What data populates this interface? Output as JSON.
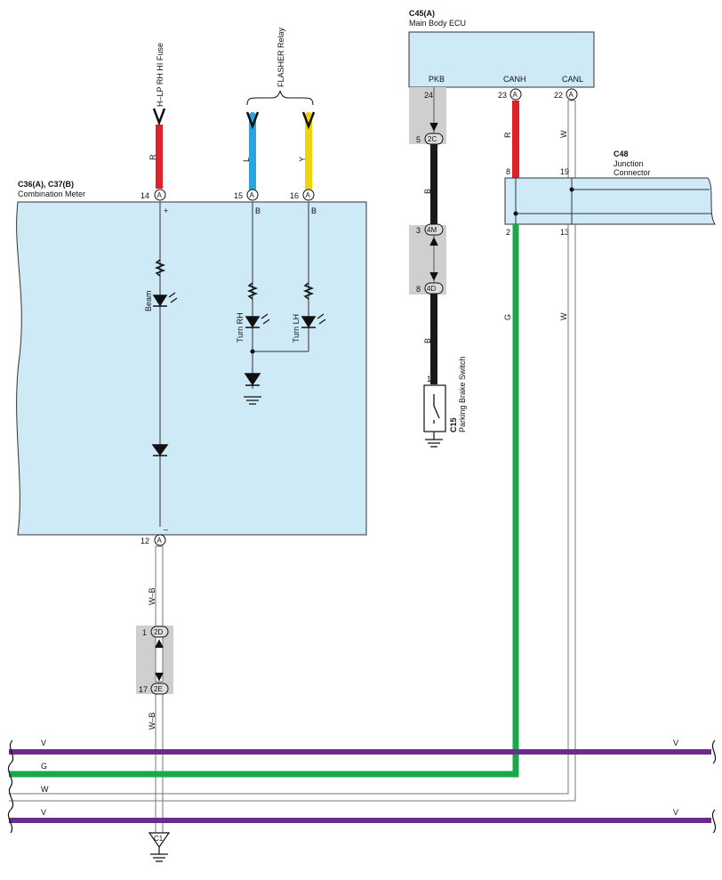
{
  "colors": {
    "body_fill": "#cfeaf7",
    "wire_red": "#e0202a",
    "wire_blue": "#2aa4e0",
    "wire_yellow": "#f2d20a",
    "wire_black": "#1a1a1a",
    "wire_green": "#1aa84a",
    "wire_violet": "#6a2d8f",
    "wire_white_outline": "#888888",
    "shade": "#cfcfcf"
  },
  "combination_meter": {
    "id": "C36(A), C37(B)",
    "name": "Combination Meter",
    "pins": {
      "p14": "14",
      "p15": "15",
      "p16": "16",
      "p12": "12",
      "conn": "A"
    },
    "inner": {
      "plus": "+",
      "minus": "–",
      "b15": "B",
      "b16": "B",
      "beam": "Beam",
      "turn_rh": "Turn RH",
      "turn_lh": "Turn LH"
    }
  },
  "inputs": {
    "fuse_label": "H–LP RH HI Fuse",
    "flasher_label": "FLASHER Relay",
    "wire_r": "R",
    "wire_l": "L",
    "wire_y": "Y"
  },
  "main_body_ecu": {
    "id": "C45(A)",
    "name": "Main Body ECU",
    "pkb": "PKB",
    "canh": "CANH",
    "canl": "CANL",
    "pin_pkb": "24",
    "pin_canh": "23",
    "pin_canl": "22",
    "conn": "A"
  },
  "junction_connector": {
    "id": "C48",
    "name_line1": "Junction",
    "name_line2": "Connector",
    "pin_8": "8",
    "pin_19": "19",
    "pin_2": "2",
    "pin_13": "13"
  },
  "splices": {
    "s2c_num": "5",
    "s2c": "2C",
    "s4m_num": "3",
    "s4m": "4M",
    "s4d_num": "8",
    "s4d": "4D",
    "s2d_num": "1",
    "s2d": "2D",
    "s2e_num": "17",
    "s2e": "2E"
  },
  "wires": {
    "b1": "B",
    "b2": "B",
    "canh_r": "R",
    "canl_w1": "W",
    "canl_w2": "W",
    "canh_g": "G",
    "wb1": "W–B",
    "wb2": "W–B"
  },
  "parking_brake": {
    "id": "C15",
    "name": "Parking Brake Switch",
    "pin": "1"
  },
  "bus": {
    "v1": "V",
    "v1r": "V",
    "g": "G",
    "w": "W",
    "v2": "V",
    "v2r": "V"
  },
  "ground": {
    "c1": "C1"
  }
}
